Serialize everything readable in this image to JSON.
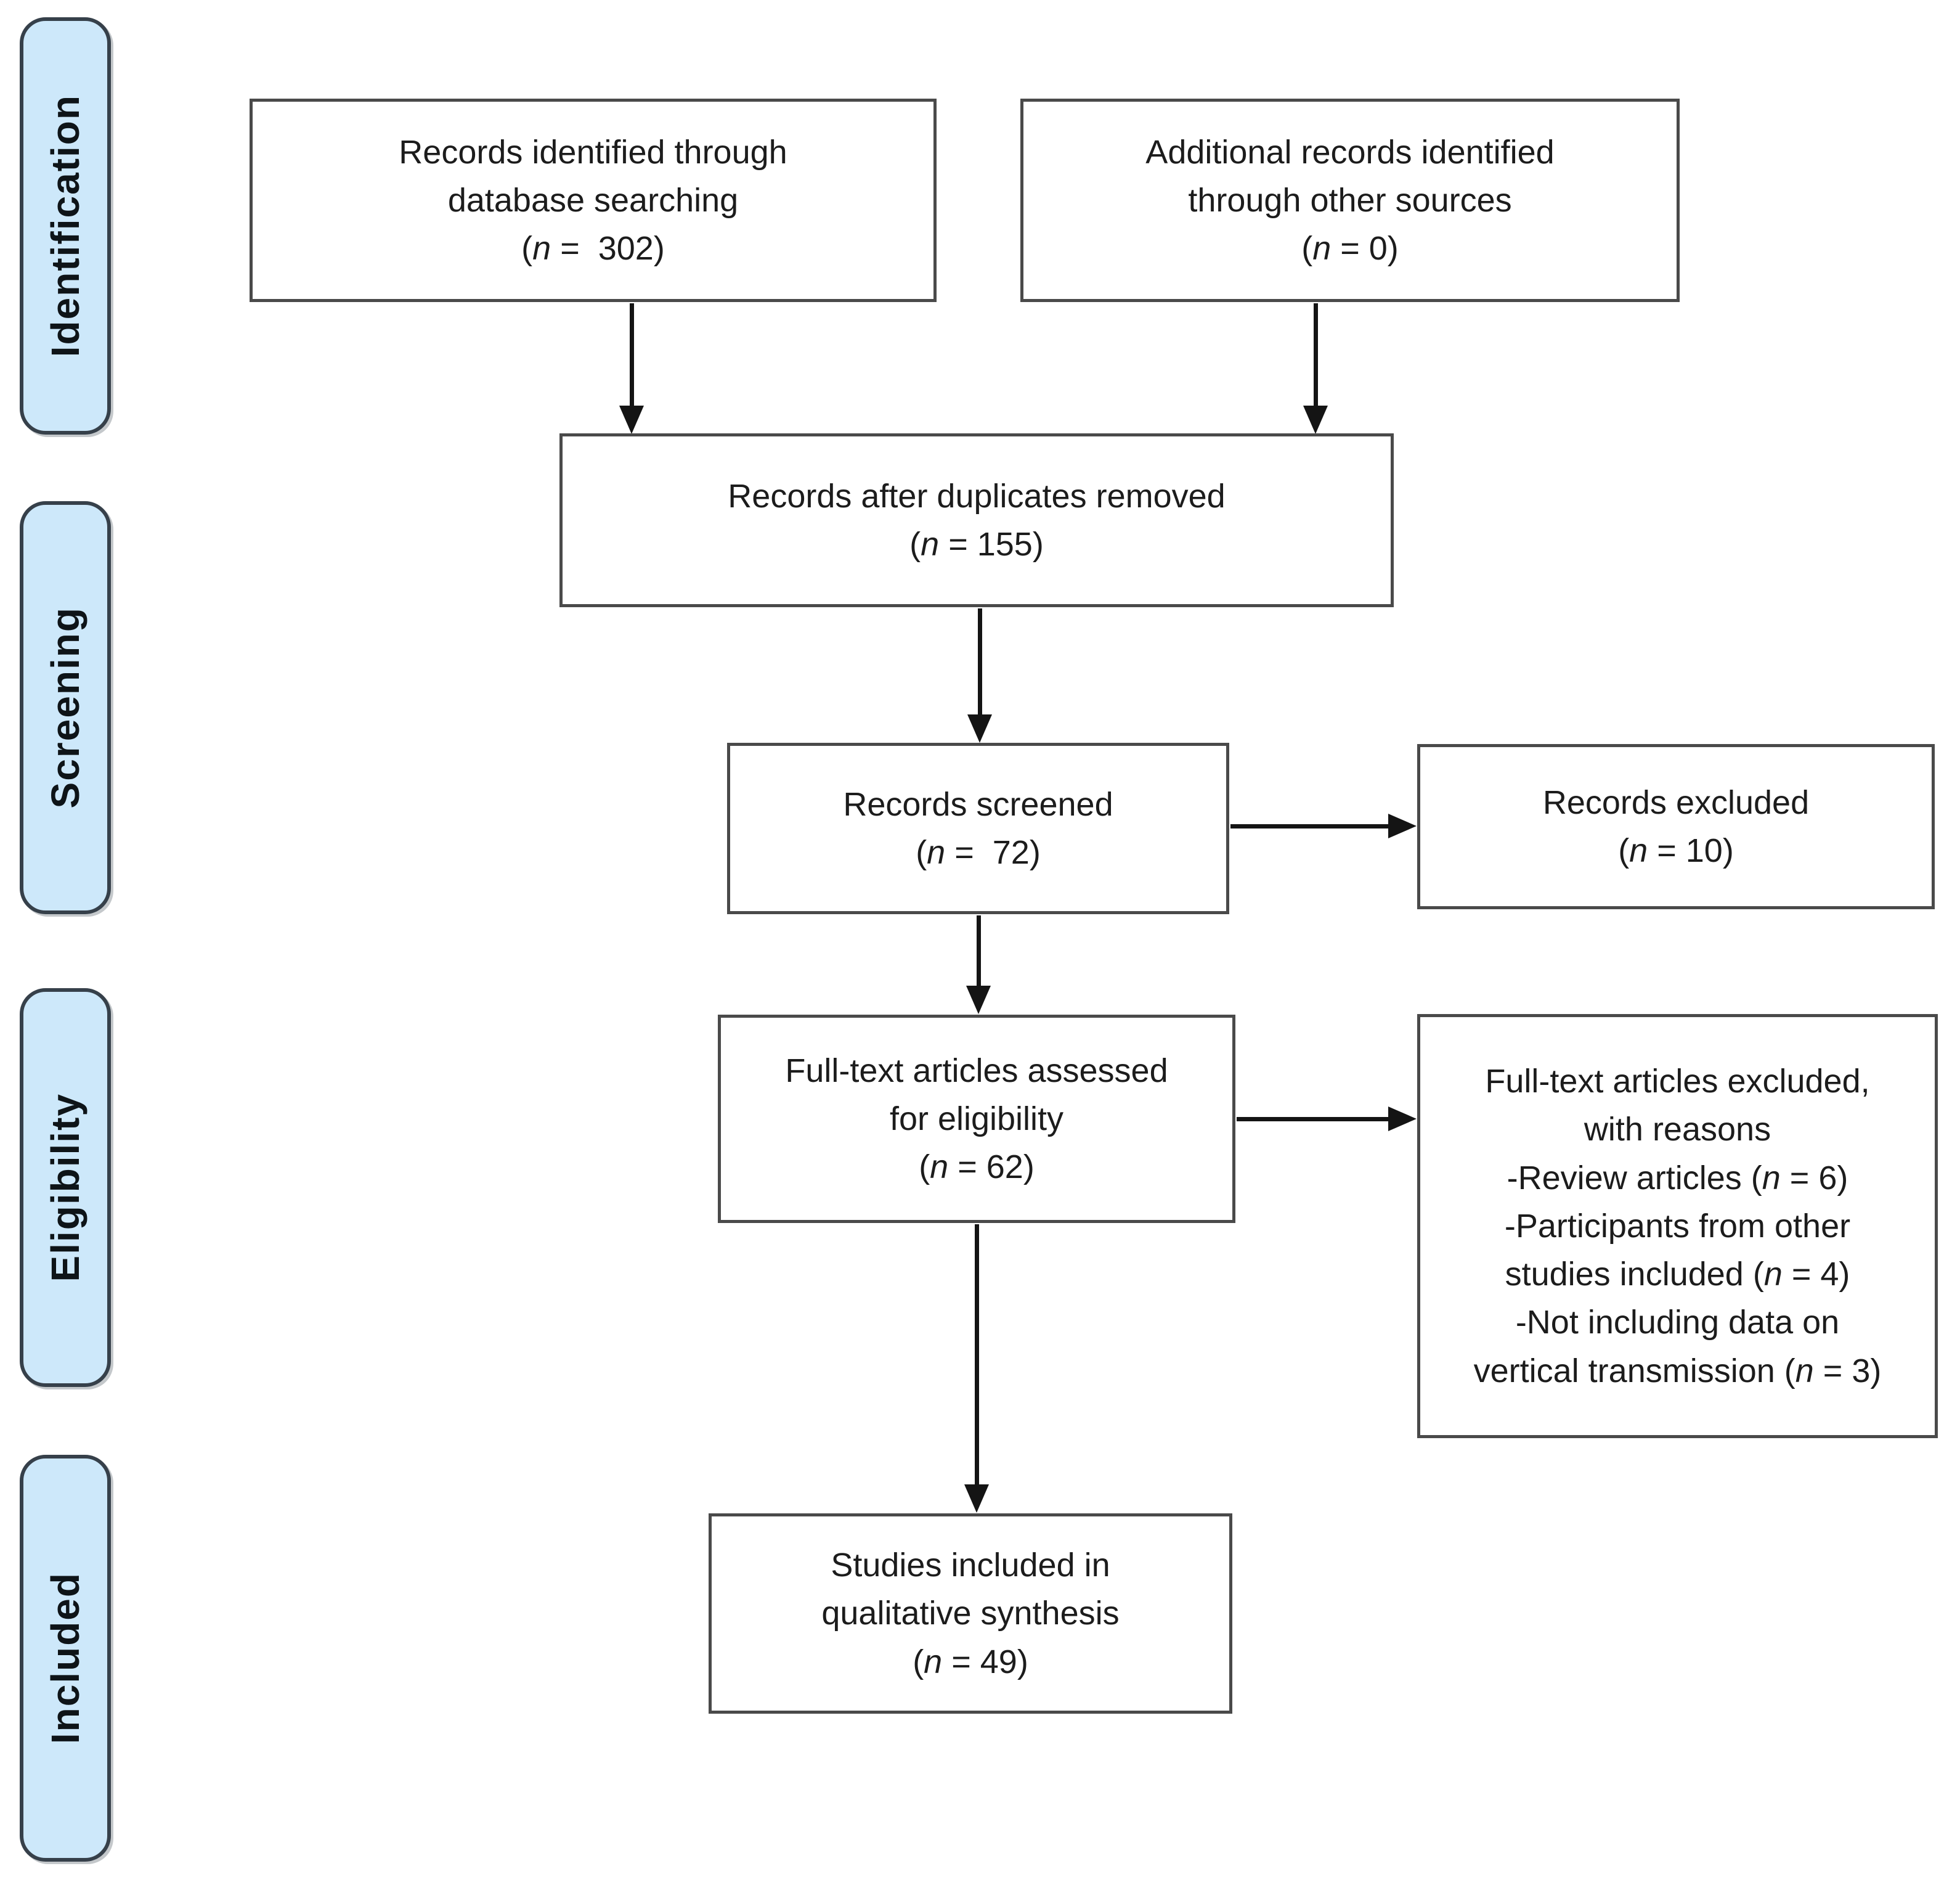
{
  "title": "PRISMA flow diagram",
  "colors": {
    "stage_fill": "#cde8fa",
    "stage_border": "#36404a",
    "box_border": "#4a4a4a",
    "arrow": "#141414",
    "text": "#1c1c1c",
    "background": "#ffffff"
  },
  "stages": {
    "identification": "Identification",
    "screening": "Screening",
    "eligibility": "Eligibility",
    "included": "Included"
  },
  "boxes": {
    "records_identified": {
      "n": "302",
      "lines": [
        "Records identified through",
        "database searching",
        "(n =  302)"
      ]
    },
    "additional_records": {
      "n": "0",
      "lines": [
        "Additional records identified",
        "through other sources",
        "(n = 0)"
      ]
    },
    "duplicates_removed": {
      "n": "155",
      "lines": [
        "Records after duplicates removed",
        "(n = 155)"
      ]
    },
    "records_screened": {
      "n": "72",
      "lines": [
        "Records screened",
        "(n =  72)"
      ]
    },
    "records_excluded": {
      "n": "10",
      "lines": [
        "Records excluded",
        "(n = 10)"
      ]
    },
    "fulltext_assessed": {
      "n": "62",
      "lines": [
        "Full-text articles assessed",
        "for eligibility",
        "(n = 62)"
      ]
    },
    "fulltext_excluded": {
      "n_review": "6",
      "n_other_studies": "4",
      "n_no_vertical_data": "3",
      "lines": [
        "Full-text articles excluded,",
        "with reasons",
        "-Review articles (n = 6)",
        "-Participants from other",
        "studies included (n = 4)",
        "-Not including data on",
        "vertical transmission (n = 3)"
      ]
    },
    "studies_included": {
      "n": "49",
      "lines": [
        "Studies included in",
        "qualitative synthesis",
        "(n = 49)"
      ]
    }
  }
}
